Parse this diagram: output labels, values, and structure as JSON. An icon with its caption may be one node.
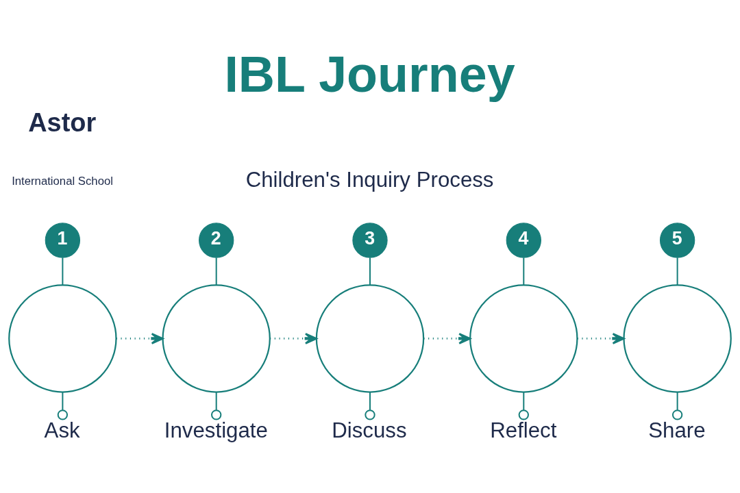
{
  "diagram": {
    "title": "IBL Journey",
    "nodes": [
      {
        "text": [
          "1"
        ]
      },
      {
        "text": [],
        "shape": "circle"
      },
      {
        "text": [
          "Ask"
        ]
      },
      {
        "text": [
          "2"
        ]
      },
      {
        "text": [],
        "shape": "circle"
      },
      {
        "text": [
          "Investigate"
        ]
      },
      {
        "text": [
          "3"
        ]
      },
      {
        "text": [],
        "shape": "circle"
      },
      {
        "text": [
          "Discuss"
        ]
      },
      {
        "text": [
          "4"
        ]
      },
      {
        "text": [],
        "shape": "circle"
      },
      {
        "text": [
          "Reflect"
        ]
      },
      {
        "text": [
          "5"
        ]
      },
      {
        "text": [],
        "shape": "circle"
      },
      {
        "text": [
          "Share"
        ]
      }
    ],
    "edges": [
      {
        "from": 0,
        "to": 1,
        "arrow": "none"
      },
      {
        "from": 1,
        "to": 2,
        "arrow": "other"
      },
      {
        "from": 1,
        "to": 4,
        "arrow": "to",
        "style": "dashed"
      },
      {
        "from": 3,
        "to": 4,
        "arrow": "none"
      },
      {
        "from": 4,
        "to": 5,
        "arrow": "other"
      },
      {
        "from": 4,
        "to": 7,
        "arrow": "to",
        "style": "dashed"
      },
      {
        "from": 6,
        "to": 7,
        "arrow": "none"
      },
      {
        "from": 7,
        "to": 8,
        "arrow": "other"
      },
      {
        "from": 7,
        "to": 10,
        "arrow": "to",
        "style": "dashed"
      },
      {
        "from": 9,
        "to": 10,
        "arrow": "none"
      },
      {
        "from": 10,
        "to": 11,
        "arrow": "other"
      },
      {
        "from": 10,
        "to": 13,
        "arrow": "to",
        "style": "dashed"
      },
      {
        "from": 12,
        "to": 13,
        "arrow": "none"
      },
      {
        "from": 13,
        "to": 14,
        "arrow": "other"
      }
    ],
    "labels": [
      "Astor",
      "International School",
      "Children's Inquiry Process"
    ]
  }
}
